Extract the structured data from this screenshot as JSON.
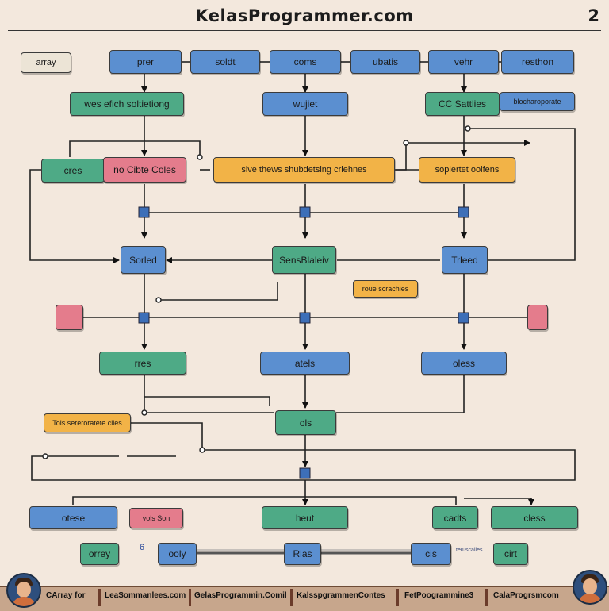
{
  "header": {
    "title": "KelasProgrammer.com",
    "page_number": "2"
  },
  "nodes": [
    {
      "id": "array",
      "label": "array",
      "color": "grey"
    },
    {
      "id": "prer",
      "label": "prer",
      "color": "blue"
    },
    {
      "id": "soldt",
      "label": "soldt",
      "color": "blue"
    },
    {
      "id": "coms",
      "label": "coms",
      "color": "blue"
    },
    {
      "id": "ubatis",
      "label": "ubatis",
      "color": "blue"
    },
    {
      "id": "vehr",
      "label": "vehr",
      "color": "blue"
    },
    {
      "id": "resthon",
      "label": "resthon",
      "color": "blue"
    },
    {
      "id": "wes-efich",
      "label": "wes efich soltietiong",
      "color": "green"
    },
    {
      "id": "wujiet",
      "label": "wujiet",
      "color": "blue"
    },
    {
      "id": "cc-sattlies",
      "label": "CC Sattlies",
      "color": "green"
    },
    {
      "id": "blocharopote",
      "label": "blocharoporate",
      "color": "blue"
    },
    {
      "id": "cres",
      "label": "cres",
      "color": "green"
    },
    {
      "id": "no-cibte",
      "label": "no Cibte Coles",
      "color": "pink"
    },
    {
      "id": "sive-thews",
      "label": "sive thews     shubdetsing     criehnes",
      "color": "orange"
    },
    {
      "id": "soplertet",
      "label": "soplertet oolfens",
      "color": "orange"
    },
    {
      "id": "sorled",
      "label": "Sorled",
      "color": "blue"
    },
    {
      "id": "sensblaleiv",
      "label": "SensBlaleiv",
      "color": "green"
    },
    {
      "id": "trleed",
      "label": "Trleed",
      "color": "blue"
    },
    {
      "id": "roue-scrachies",
      "label": "roue scrachies",
      "color": "orange"
    },
    {
      "id": "pink-left",
      "label": "",
      "color": "pink"
    },
    {
      "id": "pink-right",
      "label": "",
      "color": "pink"
    },
    {
      "id": "rres",
      "label": "rres",
      "color": "green"
    },
    {
      "id": "atels",
      "label": "atels",
      "color": "blue"
    },
    {
      "id": "oless",
      "label": "oless",
      "color": "blue"
    },
    {
      "id": "ols",
      "label": "ols",
      "color": "green"
    },
    {
      "id": "tois-sereroratete",
      "label": "Tois sereroratete ciles",
      "color": "orange"
    },
    {
      "id": "otese",
      "label": "otese",
      "color": "blue"
    },
    {
      "id": "vols-son",
      "label": "vols Son",
      "color": "pink"
    },
    {
      "id": "heut",
      "label": "heut",
      "color": "green"
    },
    {
      "id": "cadts",
      "label": "cadts",
      "color": "green"
    },
    {
      "id": "cless",
      "label": "cless",
      "color": "green"
    },
    {
      "id": "orrey",
      "label": "orrey",
      "color": "green"
    },
    {
      "id": "ooly",
      "label": "ooly",
      "color": "blue"
    },
    {
      "id": "rlas",
      "label": "Rlas",
      "color": "blue"
    },
    {
      "id": "cis",
      "label": "cis",
      "color": "blue"
    },
    {
      "id": "cirt",
      "label": "cirt",
      "color": "green"
    }
  ],
  "floating_labels": {
    "six": "6",
    "tiny": "teruscalles"
  },
  "footer": {
    "items": [
      "CArray for",
      "LeaSommanlees.com",
      "GelasProgrammin.Comil",
      "KalsspgrammenContes",
      "FetPoogrammine3",
      "CalaProgrsmcom"
    ]
  },
  "colors": {
    "background": "#f3e8dd",
    "blue": "#5b8fd0",
    "green": "#4eaa86",
    "pink": "#e47c8c",
    "orange": "#f2b347",
    "footer": "#c7a68c"
  }
}
